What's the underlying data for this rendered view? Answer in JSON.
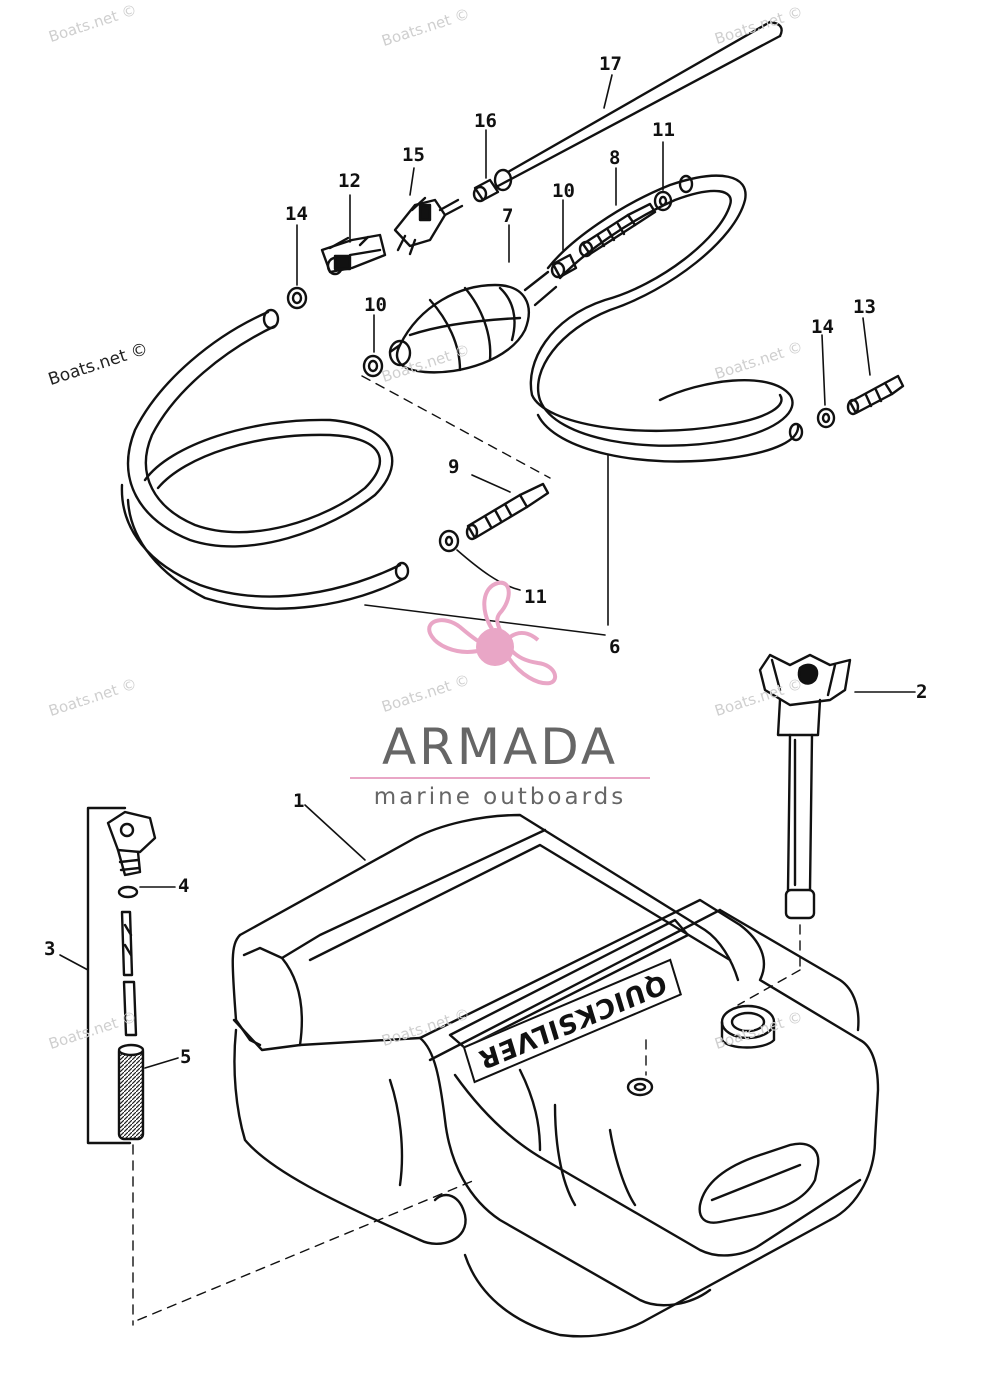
{
  "watermarks": [
    {
      "text": "Boats.net ©"
    },
    {
      "text": "Boats.net ©"
    },
    {
      "text": "Boats.net ©"
    },
    {
      "text": "Boats.net ©"
    },
    {
      "text": "Boats.net ©"
    },
    {
      "text": "Boats.net ©"
    },
    {
      "text": "Boats.net ©"
    },
    {
      "text": "Boats.net ©"
    },
    {
      "text": "Boats.net ©"
    },
    {
      "text": "Boats.net ©"
    },
    {
      "text": "Boats.net ©"
    },
    {
      "text": "Boats.net ©"
    }
  ],
  "callouts": [
    {
      "label": "1"
    },
    {
      "label": "2"
    },
    {
      "label": "3"
    },
    {
      "label": "4"
    },
    {
      "label": "5"
    },
    {
      "label": "6"
    },
    {
      "label": "7"
    },
    {
      "label": "8"
    },
    {
      "label": "9"
    },
    {
      "label": "10"
    },
    {
      "label": "10"
    },
    {
      "label": "11"
    },
    {
      "label": "11"
    },
    {
      "label": "12"
    },
    {
      "label": "13"
    },
    {
      "label": "14"
    },
    {
      "label": "14"
    },
    {
      "label": "15"
    },
    {
      "label": "16"
    },
    {
      "label": "17"
    }
  ],
  "brand": {
    "name": "ARMADA",
    "tagline": "marine outboards",
    "text_color": "#666666",
    "accent_color": "#e9a6c6"
  },
  "tank_label": "QUICKSILVER"
}
